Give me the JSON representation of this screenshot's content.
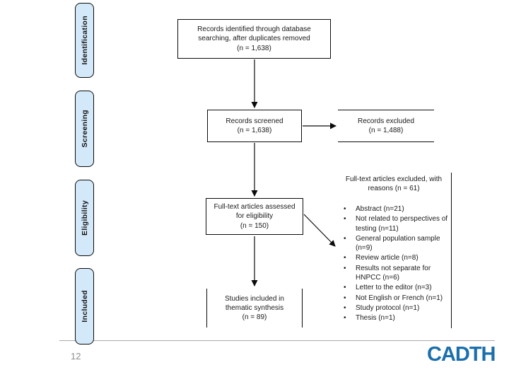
{
  "stages": [
    {
      "label": "Identification"
    },
    {
      "label": "Screening"
    },
    {
      "label": "Eligibility"
    },
    {
      "label": "Included"
    }
  ],
  "flow": {
    "identified": "Records identified through database\nsearching, after duplicates removed\n(n = 1,638)",
    "screened": "Records screened\n(n = 1,638)",
    "excluded": "Records excluded\n(n = 1,488)",
    "fulltext_assessed": "Full-text articles assessed\nfor eligibility\n(n = 150)",
    "included_studies": "Studies included in\nthematic synthesis\n(n = 89)"
  },
  "exclusions": {
    "title": "Full-text articles excluded, with\nreasons (n = 61)",
    "items": [
      "Abstract (n=21)",
      "Not related to perspectives of testing (n=11)",
      "General population sample (n=9)",
      "Review article (n=8)",
      "Results not separate for HNPCC (n=6)",
      "Letter to the editor (n=3)",
      "Not English or French (n=1)",
      "Study protocol (n=1)",
      "Thesis (n=1)"
    ]
  },
  "footer": {
    "page_number": "12",
    "logo_text": "CADTH"
  },
  "colors": {
    "stage_fill": "#D3E8F8",
    "stage_border": "#0B0B0B",
    "logo_blue": "#1B6FAD",
    "divider_gray": "#ABABAB",
    "page_number_gray": "#8C8C8C"
  }
}
